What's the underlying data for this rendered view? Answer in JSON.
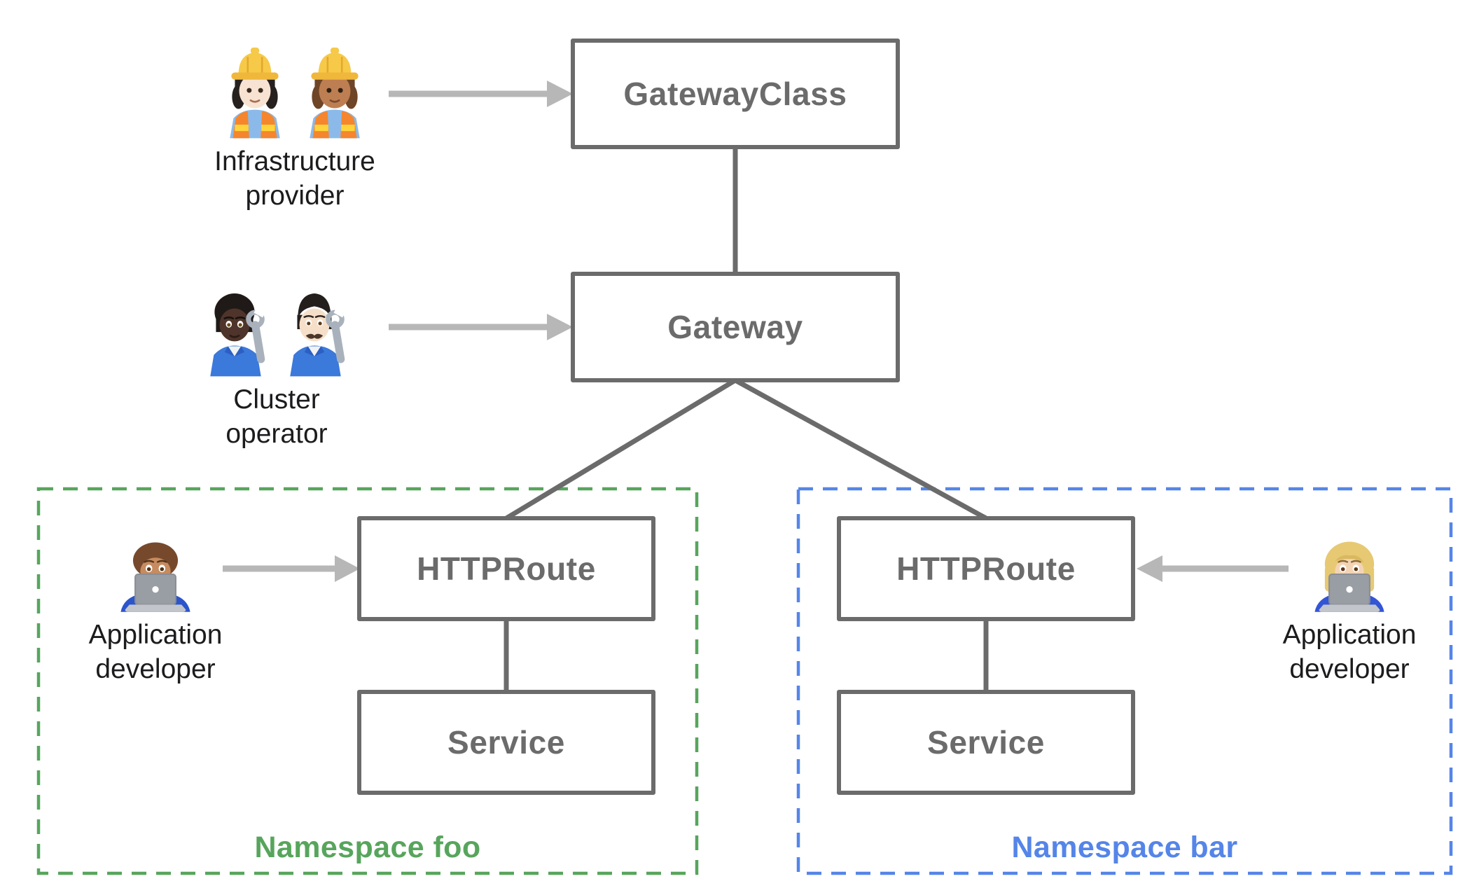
{
  "nodes": {
    "gatewayclass": {
      "label": "GatewayClass"
    },
    "gateway": {
      "label": "Gateway"
    },
    "httproute_foo": {
      "label": "HTTPRoute"
    },
    "service_foo": {
      "label": "Service"
    },
    "httproute_bar": {
      "label": "HTTPRoute"
    },
    "service_bar": {
      "label": "Service"
    }
  },
  "actors": {
    "infrastructure_provider": {
      "line1": "Infrastructure",
      "line2": "provider",
      "icons": [
        "woman-construction-worker-light-skin-icon",
        "woman-construction-worker-medium-skin-icon"
      ]
    },
    "cluster_operator": {
      "line1": "Cluster",
      "line2": "operator",
      "icons": [
        "mechanic-dark-skin-icon",
        "man-mechanic-light-skin-icon"
      ]
    },
    "application_developer_foo": {
      "line1": "Application",
      "line2": "developer",
      "icons": [
        "man-technologist-icon"
      ]
    },
    "application_developer_bar": {
      "line1": "Application",
      "line2": "developer",
      "icons": [
        "woman-technologist-icon"
      ]
    }
  },
  "namespaces": {
    "foo": {
      "label": "Namespace foo",
      "color": "#57A55C"
    },
    "bar": {
      "label": "Namespace bar",
      "color": "#5585E8"
    }
  },
  "colors": {
    "node_border": "#6B6B6B",
    "node_text": "#6B6B6B",
    "connector": "#6B6B6B",
    "arrow": "#B7B7B7",
    "actor_text": "#1C1C1E",
    "background": "#FFFFFF"
  }
}
